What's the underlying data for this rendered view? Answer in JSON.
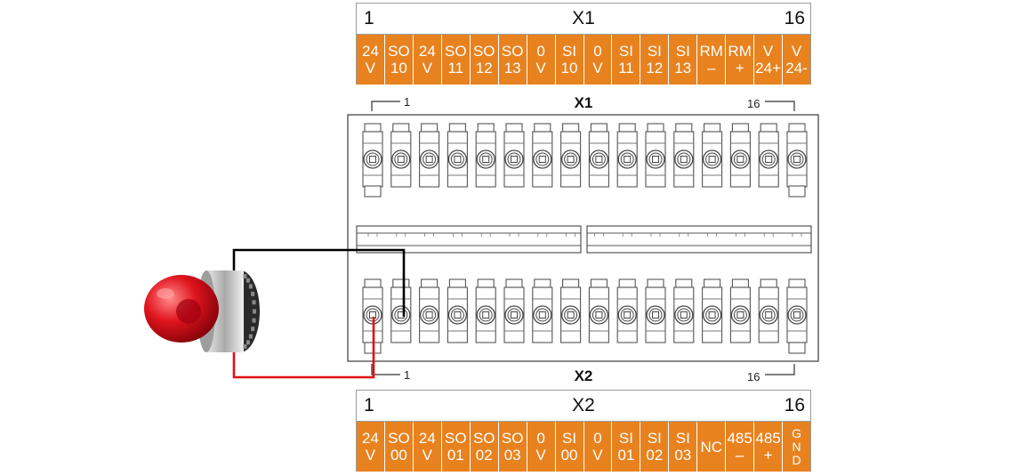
{
  "table_x1": {
    "left_index": "1",
    "title": "X1",
    "right_index": "16",
    "pins": [
      [
        "24",
        "V"
      ],
      [
        "SO",
        "10"
      ],
      [
        "24",
        "V"
      ],
      [
        "SO",
        "11"
      ],
      [
        "SO",
        "12"
      ],
      [
        "SO",
        "13"
      ],
      [
        "0",
        "V"
      ],
      [
        "SI",
        "10"
      ],
      [
        "0",
        "V"
      ],
      [
        "SI",
        "11"
      ],
      [
        "SI",
        "12"
      ],
      [
        "SI",
        "13"
      ],
      [
        "RM",
        "–"
      ],
      [
        "RM",
        "+"
      ],
      [
        "V",
        "24+"
      ],
      [
        "V",
        "24-"
      ]
    ]
  },
  "table_x2": {
    "left_index": "1",
    "title": "X2",
    "right_index": "16",
    "pins": [
      [
        "24",
        "V"
      ],
      [
        "SO",
        "00"
      ],
      [
        "24",
        "V"
      ],
      [
        "SO",
        "01"
      ],
      [
        "SO",
        "02"
      ],
      [
        "SO",
        "03"
      ],
      [
        "0",
        "V"
      ],
      [
        "SI",
        "00"
      ],
      [
        "0",
        "V"
      ],
      [
        "SI",
        "01"
      ],
      [
        "SI",
        "02"
      ],
      [
        "SI",
        "03"
      ],
      [
        "NC"
      ],
      [
        "485",
        "–"
      ],
      [
        "485",
        "+"
      ],
      [
        "G",
        "N",
        "D"
      ]
    ]
  },
  "connector_x1": {
    "title": "X1",
    "left_index": "1",
    "right_index": "16"
  },
  "connector_x2": {
    "title": "X2",
    "left_index": "1",
    "right_index": "16"
  },
  "wires": {
    "black": {
      "color": "#000000",
      "pin_row": "X2",
      "pin": 2
    },
    "red": {
      "color": "#e01010",
      "pin_row": "X2",
      "pin": 1
    }
  },
  "colors": {
    "pin_cell": "#e8821e",
    "beacon_lens": "#e0141e",
    "outline": "#444444"
  },
  "icons": {
    "device": "red-warning-beacon-icon"
  }
}
